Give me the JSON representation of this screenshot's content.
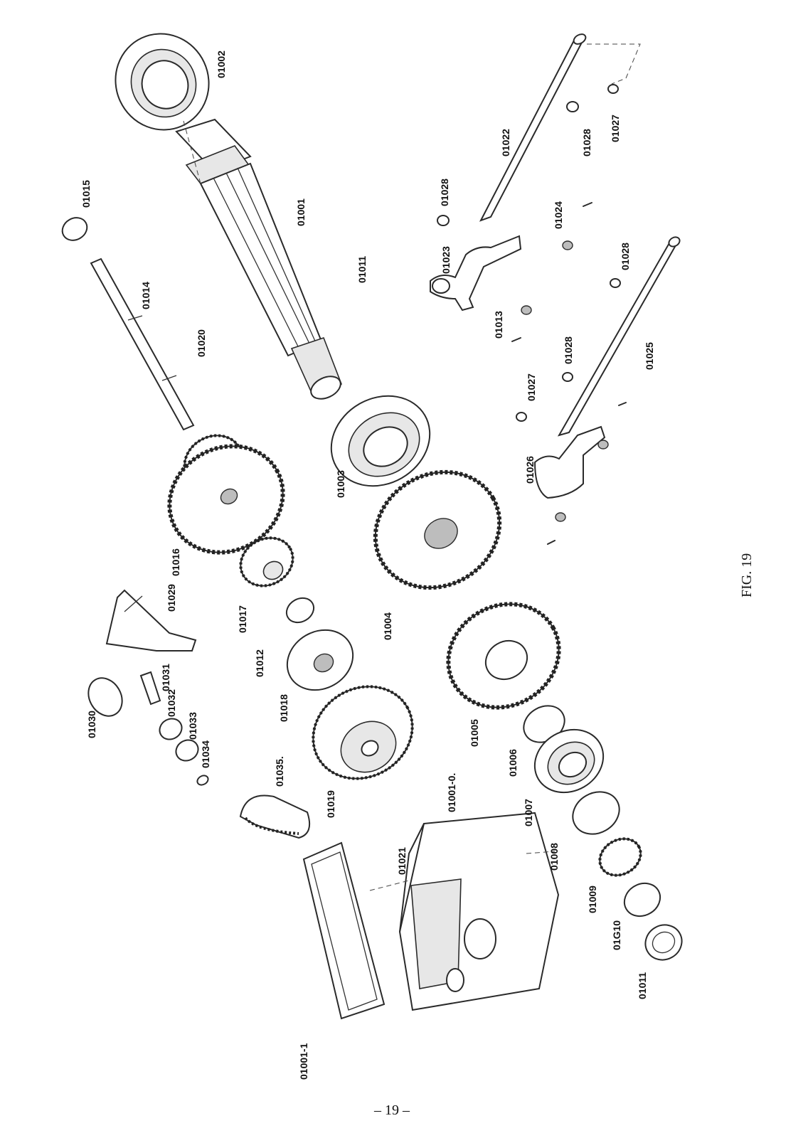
{
  "figure_label": "FIG. 19",
  "page_number": "– 19 –",
  "part_labels": {
    "p01001": "01001",
    "p01002": "01002",
    "p01003": "01003",
    "p01004": "01004",
    "p01005": "01005",
    "p01006": "01006",
    "p01007": "01007",
    "p01008": "01008",
    "p01009": "01009",
    "p01010": "01G10",
    "p01011a": "01011",
    "p01011b": "01011",
    "p01012": "01012",
    "p01013": "01013",
    "p01014": "01014",
    "p01015": "01015",
    "p01016": "01016",
    "p01017": "01017",
    "p01018": "01018",
    "p01019": "01019",
    "p01020": "01020",
    "p01021": "01021",
    "p01022": "01022",
    "p01023": "01023",
    "p01024": "01024",
    "p01025": "01025",
    "p01026": "01026",
    "p01027a": "01027",
    "p01027b": "01027",
    "p01028a": "01028",
    "p01028b": "01028",
    "p01028c": "01028",
    "p01028d": "01028",
    "p01029": "01029",
    "p01030": "01030",
    "p01031": "01031",
    "p01032": "01032",
    "p01033": "01033",
    "p01034": "01034",
    "p01035": "01035.",
    "p01001_0": "01001-0.",
    "p01001_1": "01001-1"
  }
}
